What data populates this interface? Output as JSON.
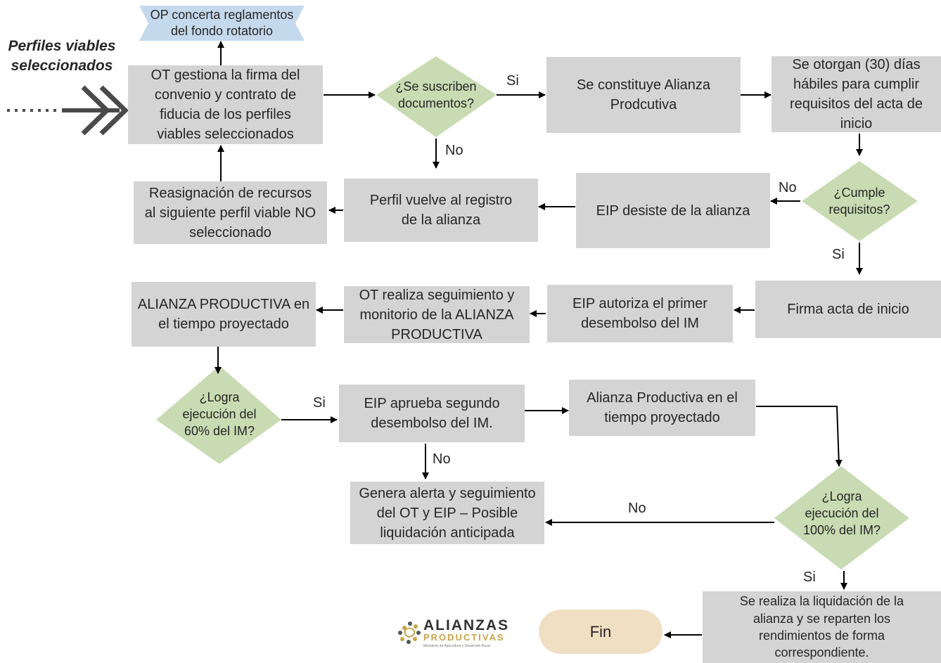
{
  "colors": {
    "box": "#d4d4d4",
    "decision": "#c8dbb2",
    "ribbon": "#c5d9ec",
    "terminal": "#f1dfc3",
    "arrow": "#000000",
    "logo_gold": "#c9a449"
  },
  "entry": {
    "label": "Perfiles viables\nseleccionados"
  },
  "ribbon": {
    "text": "OP concerta reglamentos\ndel fondo rotatorio"
  },
  "boxes": {
    "firma_convenio": "OT gestiona la firma del\nconvenio y contrato de\nfiducia de los perfiles\nviables seleccionados",
    "constituye": "Se constituye Alianza\nProdcutiva",
    "otorgan_30": "Se otorgan (30) días\nhábiles para cumplir\nrequisitos del acta de\ninicio",
    "reasignacion": "Reasignación de recursos\nal siguiente perfil viable NO\nseleccionado",
    "perfil_vuelve": "Perfil vuelve al registro\nde la alianza",
    "eip_desiste": "EIP desiste de la alianza",
    "alianza_tiempo_1": "ALIANZA PRODUCTIVA en\nel tiempo proyectado",
    "ot_seguimiento": "OT realiza seguimiento y\nmonitorio de la ALIANZA\nPRODUCTIVA",
    "eip_autoriza": "EIP autoriza el primer\ndesembolso del IM",
    "firma_acta": "Firma acta de inicio",
    "eip_aprueba": "EIP aprueba segundo\ndesembolso del IM.",
    "alianza_tiempo_2": "Alianza Productiva en el\ntiempo proyectado",
    "genera_alerta": "Genera alerta y seguimiento\ndel OT y EIP – Posible\nliquidación anticipada",
    "liquidacion": "Se realiza la liquidación de la\nalianza  y se reparten los\nrendimientos de forma\ncorrespondiente."
  },
  "decisions": {
    "suscriben": "¿Se suscriben\ndocumentos?",
    "cumple": "¿Cumple\nrequisitos?",
    "logra_60": "¿Logra\nejecución del\n60% del IM?",
    "logra_100": "¿Logra\nejecución del\n100% del IM?"
  },
  "labels": {
    "si_suscriben": "Si",
    "no_suscriben": "No",
    "no_cumple": "No",
    "si_cumple": "Si",
    "si_60": "Si",
    "no_aprueba": "No",
    "no_100": "No",
    "si_100": "Si"
  },
  "terminal": {
    "fin": "Fin"
  },
  "logo": {
    "title": "ALIANZAS",
    "subtitle": "PRODUCTIVAS",
    "tagline": "Ministerio de Agricultura y Desarrollo Rural"
  }
}
